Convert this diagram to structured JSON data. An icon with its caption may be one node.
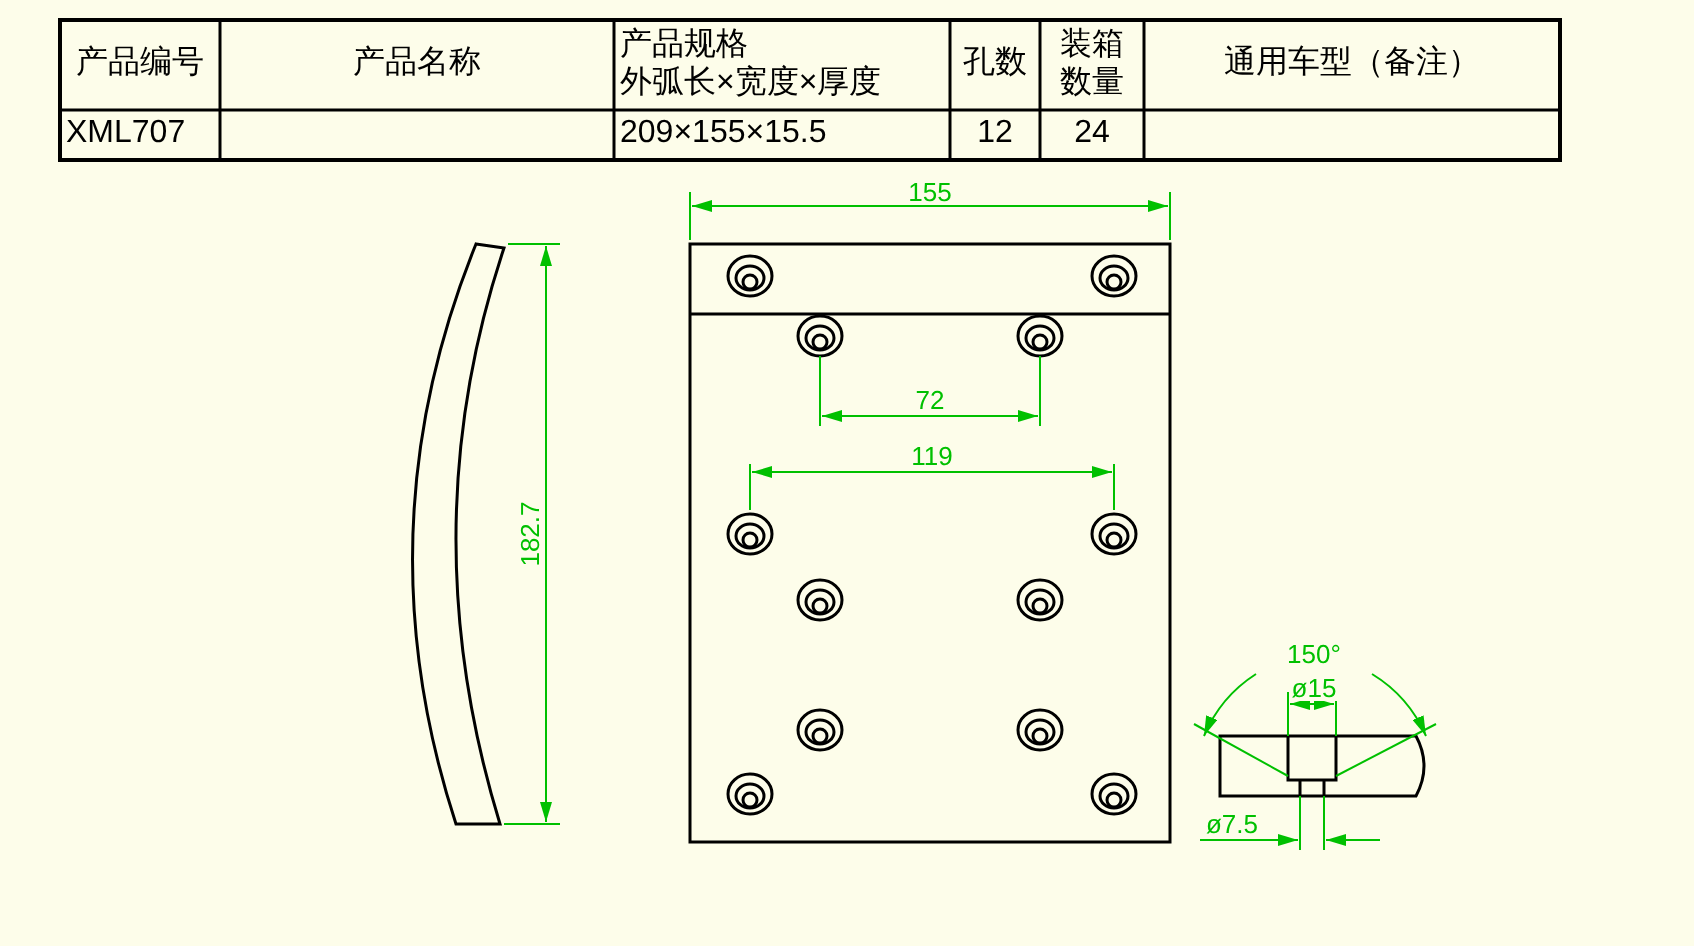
{
  "diagram": {
    "labels": [
      "产品编号",
      "产品名称",
      "产品规格",
      "外弧长×宽度×厚度",
      "孔数",
      "装箱数量",
      "通用车型（备注）",
      "XML707",
      "209×155×15.5",
      "12",
      "24",
      "155",
      "72",
      "119",
      "182.7",
      "150°",
      "ø15",
      "ø7.5"
    ]
  }
}
